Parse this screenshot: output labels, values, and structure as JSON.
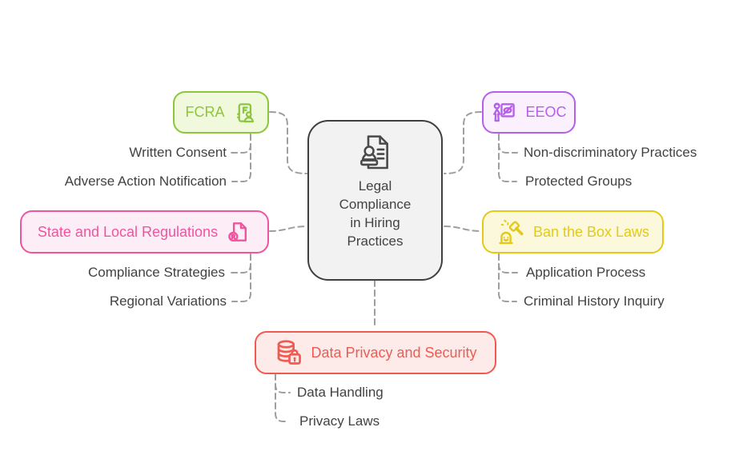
{
  "diagram": {
    "center": {
      "label": "Legal Compliance in Hiring Practices",
      "icon": "stamp-document-icon",
      "border_color": "#3F3F3F",
      "fill": "#F2F2F2",
      "text_color": "#424242"
    },
    "connector_color": "#9E9E9E",
    "branches": [
      {
        "id": "fcra",
        "label": "FCRA",
        "icon": "id-badge-icon",
        "color": "#8CC63C",
        "fill": "#F1F9DC",
        "children": [
          "Written Consent",
          "Adverse Action Notification"
        ]
      },
      {
        "id": "eeoc",
        "label": "EEOC",
        "icon": "no-discrimination-presentation-icon",
        "color": "#B560E8",
        "fill": "#FAF0FE",
        "children": [
          "Non-discriminatory Practices",
          "Protected Groups"
        ]
      },
      {
        "id": "state-local",
        "label": "State and Local Regulations",
        "icon": "registered-document-icon",
        "color": "#F0549E",
        "fill": "#FDEDF7",
        "children": [
          "Compliance Strategies",
          "Regional Variations"
        ]
      },
      {
        "id": "ban-the-box",
        "label": "Ban the Box Laws",
        "icon": "gavel-prisoner-icon",
        "color": "#E3C918",
        "fill": "#FCF8DC",
        "children": [
          "Application Process",
          "Criminal History Inquiry"
        ]
      },
      {
        "id": "data-privacy",
        "label": "Data Privacy and Security",
        "icon": "database-lock-icon",
        "color": "#F05A52",
        "fill": "#FDEBE9",
        "children": [
          "Data Handling",
          "Privacy Laws"
        ]
      }
    ]
  }
}
